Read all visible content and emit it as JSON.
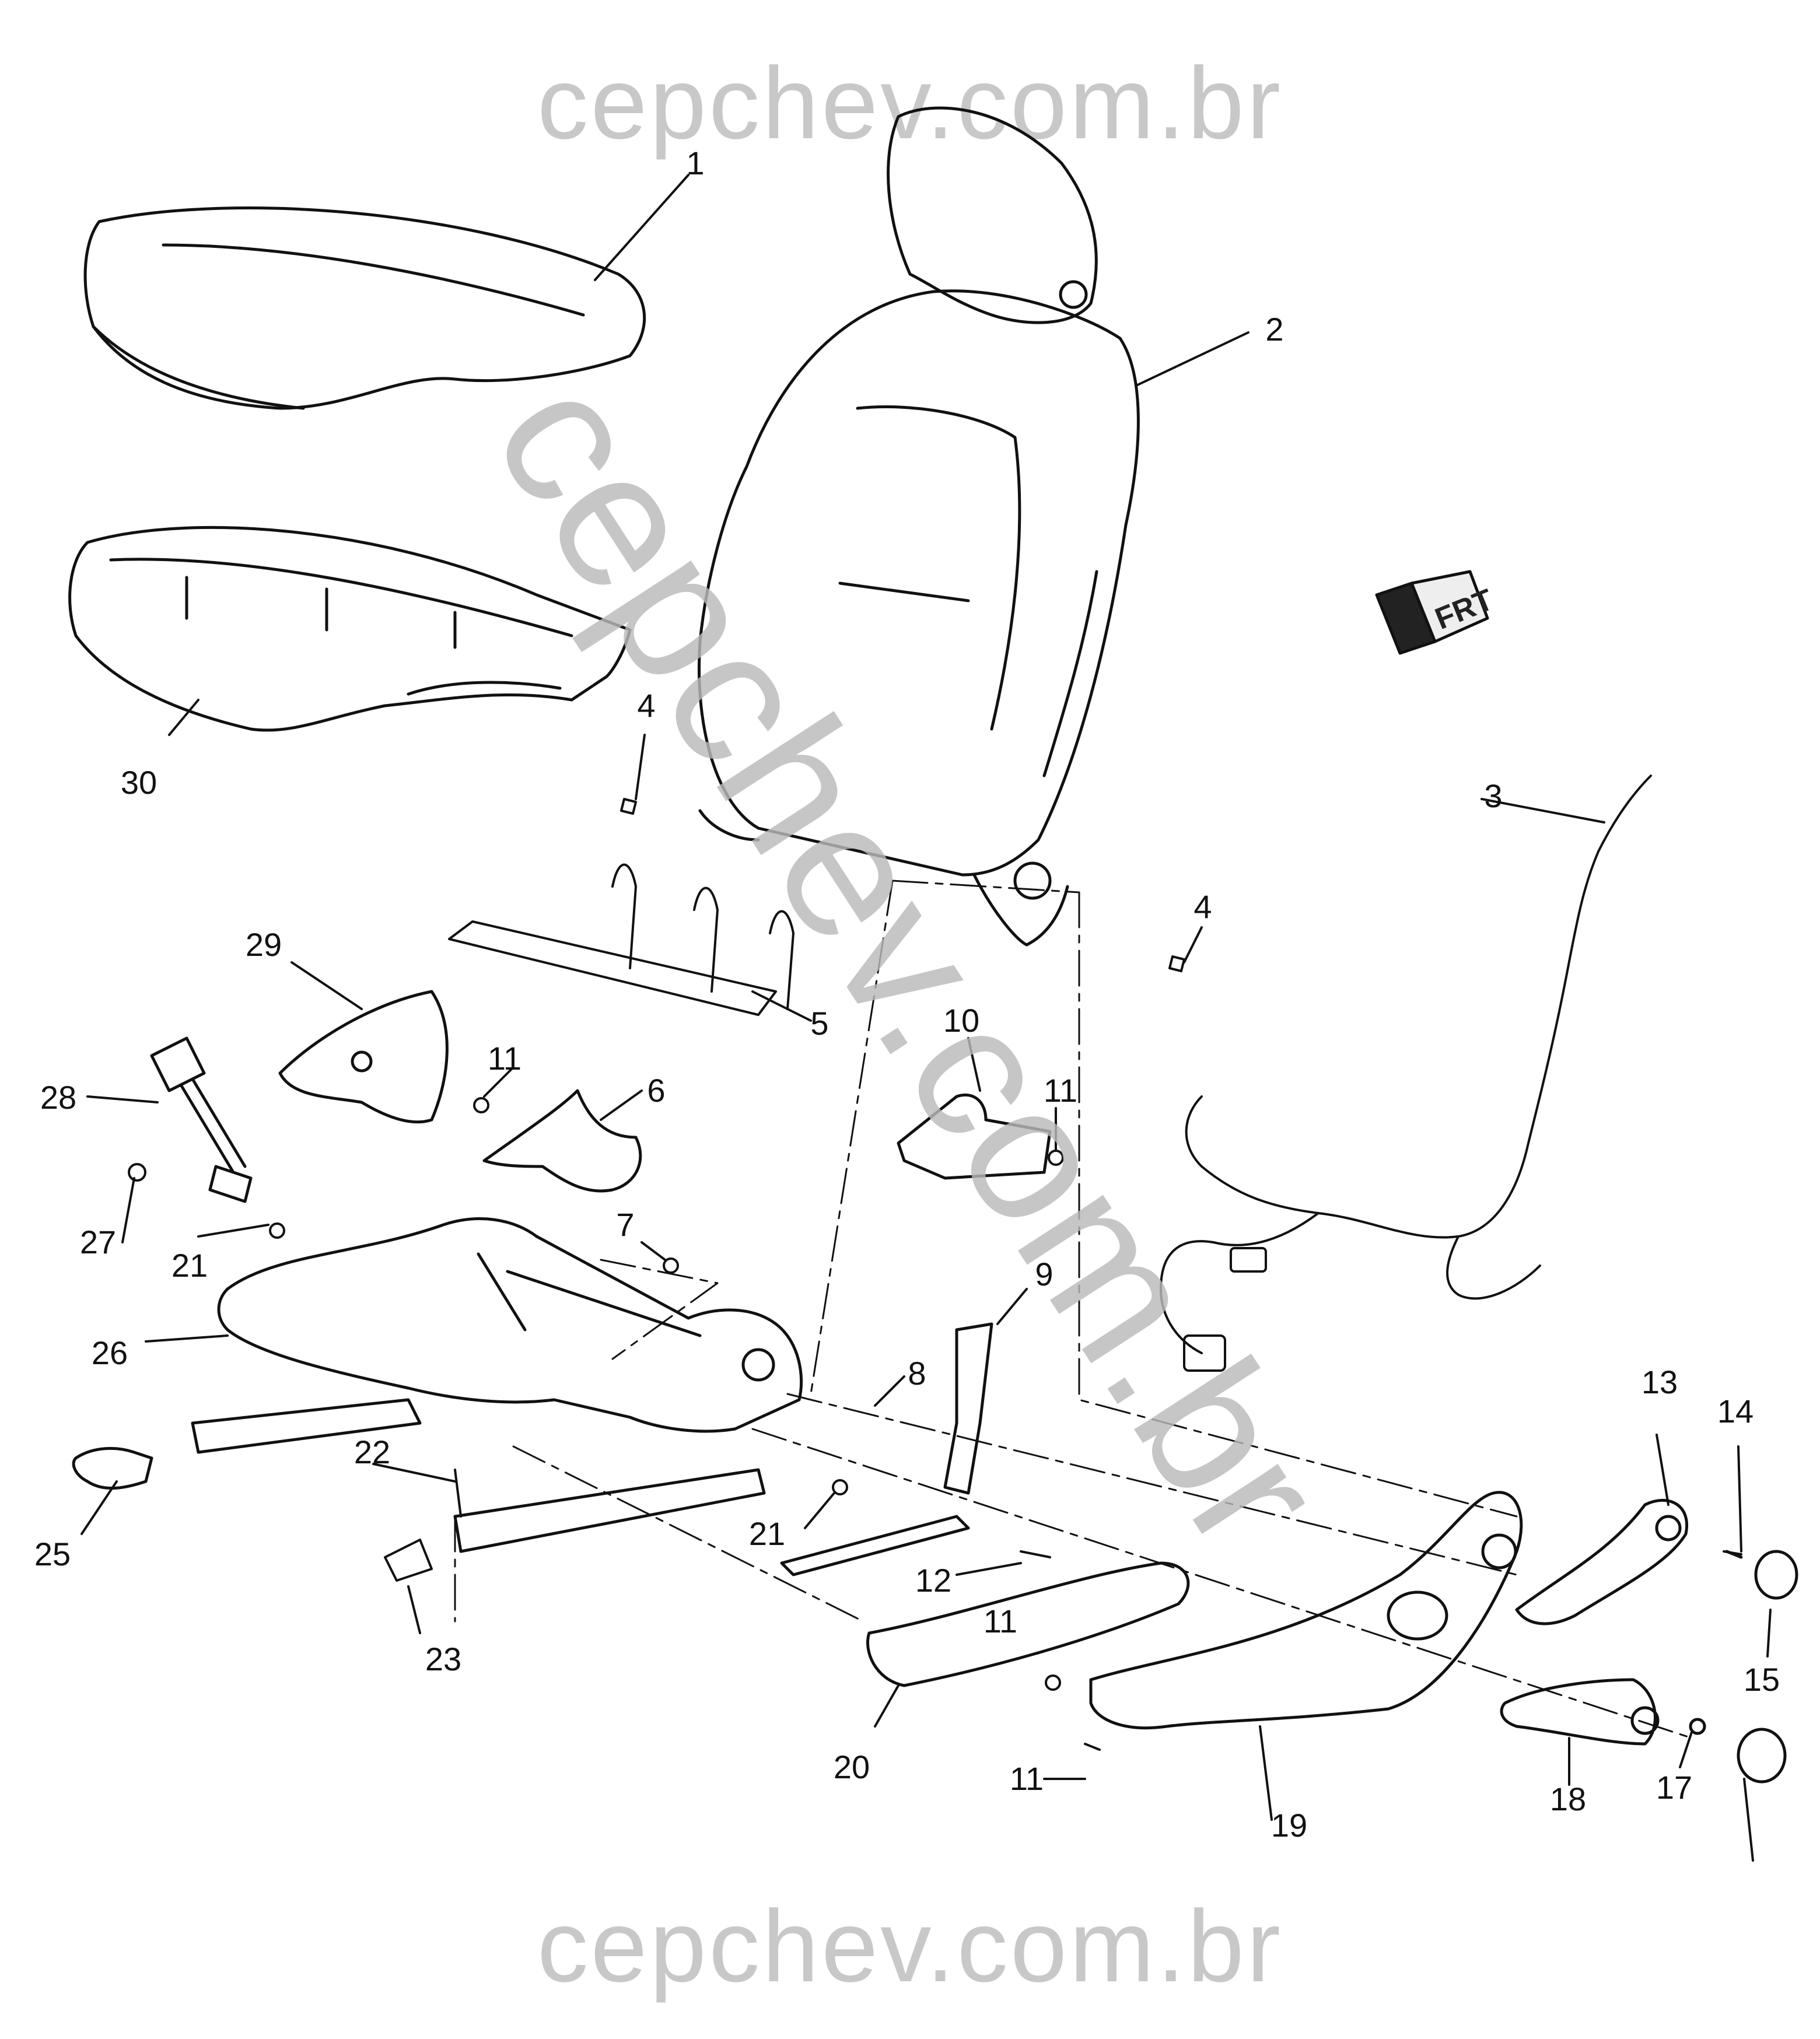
{
  "watermark": {
    "top": "cepchev.com.br",
    "bottom": "cepchev.com.br",
    "diagonal": "cepchev.com.br"
  },
  "direction_label": "FRT",
  "callouts": [
    "1",
    "2",
    "3",
    "4",
    "4",
    "5",
    "6",
    "7",
    "8",
    "9",
    "10",
    "11",
    "11",
    "11",
    "11",
    "12",
    "13",
    "14",
    "15",
    "17",
    "18",
    "19",
    "20",
    "21",
    "21",
    "22",
    "23",
    "25",
    "26",
    "27",
    "28",
    "29",
    "30"
  ]
}
